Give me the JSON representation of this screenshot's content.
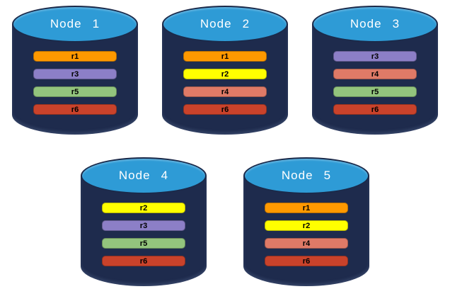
{
  "diagram": {
    "description": "Partition replica distribution across database nodes",
    "node_body_color": "#1E2B4D",
    "node_top_color": "#2E9BD6",
    "node_outline_color": "#1B2A4A",
    "partition_colors": {
      "r1": "#FF9900",
      "r2": "#FFFF00",
      "r3": "#8C7FC7",
      "r4": "#DF7A67",
      "r5": "#93C47D",
      "r6": "#C9422B"
    }
  },
  "nodes": [
    {
      "title": "Node 1",
      "partitions": [
        {
          "label": "r1",
          "color": "#FF9900"
        },
        {
          "label": "r3",
          "color": "#8C7FC7"
        },
        {
          "label": "r5",
          "color": "#93C47D"
        },
        {
          "label": "r6",
          "color": "#C9422B"
        }
      ]
    },
    {
      "title": "Node 2",
      "partitions": [
        {
          "label": "r1",
          "color": "#FF9900"
        },
        {
          "label": "r2",
          "color": "#FFFF00"
        },
        {
          "label": "r4",
          "color": "#DF7A67"
        },
        {
          "label": "r6",
          "color": "#C9422B"
        }
      ]
    },
    {
      "title": "Node 3",
      "partitions": [
        {
          "label": "r3",
          "color": "#8C7FC7"
        },
        {
          "label": "r4",
          "color": "#DF7A67"
        },
        {
          "label": "r5",
          "color": "#93C47D"
        },
        {
          "label": "r6",
          "color": "#C9422B"
        }
      ]
    },
    {
      "title": "Node 4",
      "partitions": [
        {
          "label": "r2",
          "color": "#FFFF00"
        },
        {
          "label": "r3",
          "color": "#8C7FC7"
        },
        {
          "label": "r5",
          "color": "#93C47D"
        },
        {
          "label": "r6",
          "color": "#C9422B"
        }
      ]
    },
    {
      "title": "Node 5",
      "partitions": [
        {
          "label": "r1",
          "color": "#FF9900"
        },
        {
          "label": "r2",
          "color": "#FFFF00"
        },
        {
          "label": "r4",
          "color": "#DF7A67"
        },
        {
          "label": "r6",
          "color": "#C9422B"
        }
      ]
    }
  ]
}
